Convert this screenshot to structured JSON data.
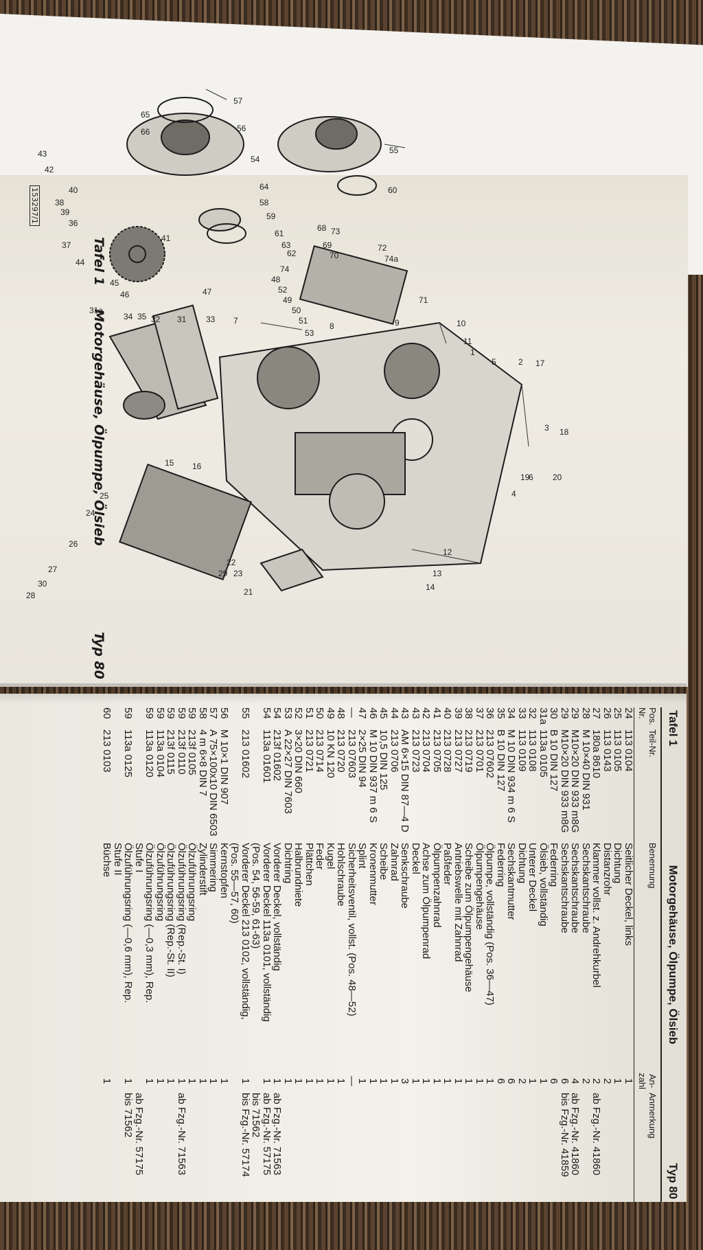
{
  "left_page": {
    "plate": "Tafel 1",
    "title": "Motorgehäuse, Ölpumpe, Ölsieb",
    "type": "Typ 80",
    "stamp": "153297/1",
    "callouts": [
      "57",
      "56",
      "65",
      "66",
      "55",
      "60",
      "54",
      "43",
      "42",
      "64",
      "40",
      "38",
      "39",
      "36",
      "41",
      "58",
      "37",
      "59",
      "61",
      "68",
      "73",
      "72",
      "74a",
      "63",
      "62",
      "69",
      "70",
      "44",
      "71",
      "74",
      "48",
      "52",
      "45",
      "46",
      "47",
      "49",
      "50",
      "51",
      "9",
      "53",
      "8",
      "31a",
      "34",
      "35",
      "32",
      "31",
      "33",
      "7",
      "10",
      "11",
      "1",
      "5",
      "2",
      "17",
      "3",
      "18",
      "15",
      "16",
      "6",
      "19",
      "4",
      "20",
      "25",
      "24",
      "26",
      "27",
      "30",
      "28",
      "12",
      "13",
      "14",
      "22",
      "23",
      "21",
      "29"
    ]
  },
  "right_page": {
    "plate": "Tafel 1",
    "title": "Motorgehäuse, Ölpumpe, Ölsieb",
    "type": "Typ 80",
    "columns": [
      "Pos. Nr.",
      "Teil-Nr.",
      "Benennung",
      "An- zahl",
      "Anmerkung"
    ],
    "rows": [
      [
        "24",
        "113 0104",
        "Seitlicher Deckel, links",
        "1",
        ""
      ],
      [
        "25",
        "113 0105",
        "Dichtung",
        "1",
        ""
      ],
      [
        "26",
        "113 0143",
        "Distanzrohr",
        "2",
        ""
      ],
      [
        "27",
        "180a 8610",
        "Klammer vollst. z. Andrehkurbel",
        "2",
        "ab Fzg.-Nr. 41860"
      ],
      [
        "28",
        "M 10×40 DIN 931",
        "Sechskantschraube",
        "2",
        ""
      ],
      [
        "29",
        "M10×20 DIN 933 m8G",
        "Sechskantschraube",
        "4",
        "ab Fzg.-Nr. 41860"
      ],
      [
        "29",
        "M10×20 DIN 933 m8G",
        "Sechskantschraube",
        "6",
        "bis Fzg.-Nr. 41859"
      ],
      [
        "30",
        "B 10 DIN 127",
        "Federring",
        "6",
        ""
      ],
      [
        "31a",
        "113a 0105",
        "Ölsieb, vollständig",
        "1",
        ""
      ],
      [
        "32",
        "113 0108",
        "Unterer Deckel",
        "1",
        ""
      ],
      [
        "33",
        "113 0109",
        "Dichtung",
        "2",
        ""
      ],
      [
        "34",
        "M 10 DIN 934 m 6 S",
        "Sechskantmutter",
        "6",
        ""
      ],
      [
        "35",
        "B 10 DIN 127",
        "Federring",
        "6",
        ""
      ],
      [
        "36",
        "213 07602",
        "Ölpumpe, vollständig (Pos. 36—47)",
        "1",
        ""
      ],
      [
        "37",
        "213 0701",
        "Ölpumpengehäuse",
        "1",
        ""
      ],
      [
        "38",
        "213 0719",
        "Scheibe zum Ölpumpengehäuse",
        "1",
        ""
      ],
      [
        "39",
        "213 0727",
        "Antriebswelle mit Zahnrad",
        "1",
        ""
      ],
      [
        "40",
        "213 0728",
        "Paßfeder",
        "1",
        ""
      ],
      [
        "41",
        "213 0705",
        "Ölpumpenzahnrad",
        "1",
        ""
      ],
      [
        "42",
        "213 0704",
        "Achse zum Ölpumpenrad",
        "1",
        ""
      ],
      [
        "43",
        "213 0723",
        "Deckel",
        "1",
        ""
      ],
      [
        "43",
        "AM 6×15 DIN 87—4 D",
        "Senkschraube",
        "3",
        ""
      ],
      [
        "44",
        "213 0706",
        "Zahnrad",
        "1",
        ""
      ],
      [
        "45",
        "10,5 DIN 125",
        "Scheibe",
        "1",
        ""
      ],
      [
        "46",
        "M 10 DIN 937 m 6 S",
        "Kronenmutter",
        "1",
        ""
      ],
      [
        "47",
        "2×25 DIN 94",
        "Splint",
        "1",
        ""
      ],
      [
        "—",
        "213 07603",
        "Sicherheitsventil, vollst. (Pos. 48—52)",
        "—",
        ""
      ],
      [
        "48",
        "213 0720",
        "Hohlschraube",
        "1",
        ""
      ],
      [
        "49",
        "10 KN 120",
        "Kugel",
        "1",
        ""
      ],
      [
        "50",
        "213 0714",
        "Feder",
        "1",
        ""
      ],
      [
        "51",
        "213 0721",
        "Plättchen",
        "1",
        ""
      ],
      [
        "52",
        "3×20 DIN 660",
        "Halbrundniete",
        "1",
        ""
      ],
      [
        "53",
        "A 22×27 DIN 7603",
        "Dichtring",
        "1",
        ""
      ],
      [
        "54",
        "213f 01602",
        "Vorderer Deckel, vollständig",
        "1",
        "ab Fzg.-Nr. 71563"
      ],
      [
        "54",
        "113a 01601",
        "Vorderer Deckel 113a 0101, vollständig",
        "1",
        "ab Fzg.-Nr. 57175"
      ],
      [
        "",
        "",
        "(Pos. 54, 56-59, 61-63)",
        "",
        "bis 71562"
      ],
      [
        "55",
        "213 01602",
        "Vorderer Deckel 213 0102, vollständig,",
        "1",
        "bis Fzg.-Nr. 57174"
      ],
      [
        "",
        "",
        "(Pos. 55—57, 60)",
        "",
        ""
      ],
      [
        "56",
        "M 10×1 DIN 907",
        "Kernstopfen",
        "1",
        ""
      ],
      [
        "57",
        "A 75×100x10 DIN 6503",
        "Simmering",
        "1",
        ""
      ],
      [
        "58",
        "4 m 6×8 DIN 7",
        "Zylinderstift",
        "1",
        ""
      ],
      [
        "59",
        "213f 0105",
        "Ölzuführungsring",
        "1",
        ""
      ],
      [
        "59",
        "213f 0110",
        "Ölzuführungsring (Rep.-St. I)",
        "1",
        "ab Fzg.-Nr. 71563"
      ],
      [
        "59",
        "213f 0115",
        "Ölzuführungsring (Rep.-St. II)",
        "1",
        ""
      ],
      [
        "59",
        "113a 0104",
        "Ölzuführungsring",
        "1",
        ""
      ],
      [
        "59",
        "113a 0120",
        "Ölzuführungsring (—0,3 mm), Rep.",
        "1",
        ""
      ],
      [
        "",
        "",
        "Stufe I",
        "",
        "ab Fzg.-Nr. 57175"
      ],
      [
        "59",
        "113a 0125",
        "Ölzuführungsring (—0,6 mm), Rep.",
        "1",
        "bis 71562"
      ],
      [
        "",
        "",
        "Stufe II",
        "",
        ""
      ],
      [
        "60",
        "213 0103",
        "Büchse",
        "1",
        ""
      ]
    ]
  }
}
